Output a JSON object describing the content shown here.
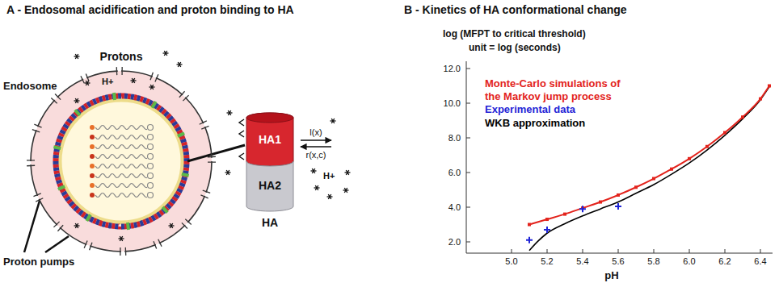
{
  "diagram": {
    "nodes": [
      {
        "text": [
          "Endosome"
        ]
      },
      {
        "text": [
          "HA1"
        ]
      },
      {
        "text": [
          "HA2"
        ]
      }
    ],
    "labels": [
      "A - Endosomal acidification and proton binding to HA",
      "Protons",
      "H+",
      "Proton pumps",
      "HA",
      "l(x)",
      "r(x,c)",
      "H+",
      "B - Kinetics of HA conformational change",
      "log (MFPT to critical threshold)",
      "unit = log (seconds)",
      "12.0",
      "10.0",
      "8.0",
      "6.0",
      "4.0",
      "2.0",
      "5.0",
      "5.2",
      "5.4",
      "5.6",
      "5.8",
      "6.0",
      "6.2",
      "6.4",
      "pH"
    ],
    "legend": [
      {
        "text": "Monte-Carlo simulations of the Markov jump process",
        "color": "#e3231c"
      },
      {
        "text": "Experimental data",
        "color": "#1f24d6"
      },
      {
        "text": "WKB approximation",
        "color": "#000000"
      }
    ]
  }
}
